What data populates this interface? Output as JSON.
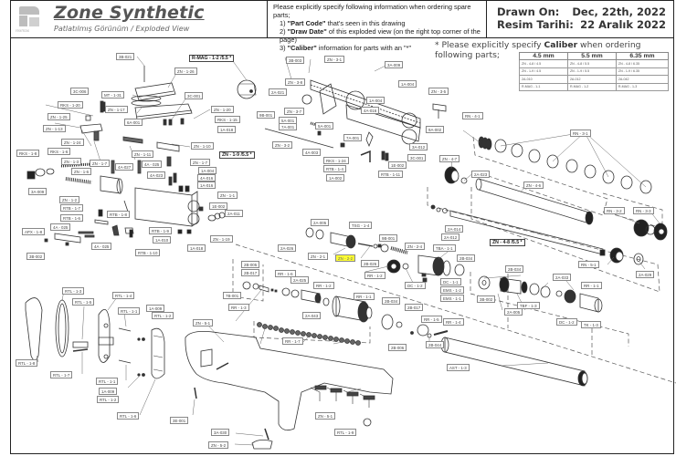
{
  "header": {
    "logo_text": "rexmax",
    "title": "Zone Synthetic",
    "subtitle": "Patlatılmış Görünüm / Exploded View",
    "instructions": {
      "intro": "Please explicitly specify following information when ordering spare parts;",
      "items": [
        {
          "num": "1)",
          "bold": "\"Part Code\"",
          "rest": " that's seen in this drawing"
        },
        {
          "num": "2)",
          "bold": "\"Draw Date\"",
          "rest": " of this exploded view (on the right top corner of the page)"
        },
        {
          "num": "3)",
          "bold": "\"Caliber\"",
          "rest": " information for parts with an \"*\""
        }
      ]
    },
    "drawn_on_label": "Drawn On:",
    "drawn_on_value": "Dec, 22th, 2022",
    "resim_label": "Resim Tarihi:",
    "resim_value": "22 Aralık 2022"
  },
  "caliber": {
    "note_prefix": "* Please explicitly specify ",
    "note_bold": "Caliber",
    "note_suffix": " when ordering following parts;",
    "columns": [
      "4.5 mm",
      "5.5 mm",
      "6.35 mm"
    ],
    "rows": [
      [
        "ZN - 4-8 / 4.5",
        "ZN - 4-8 / 5.5",
        "ZN - 4-8 / 6.35"
      ],
      [
        "ZN - 1-9 / 4.5",
        "ZN - 1-9 / 5.5",
        "ZN - 1-9 / 6.35"
      ],
      [
        "2A-010",
        "2A-012",
        "2A-042"
      ],
      [
        "R-MAG - 1-1",
        "R-MAG - 1-2",
        "R-MAG - 1-3"
      ]
    ]
  },
  "colors": {
    "highlight": "#ffff33",
    "line": "#333333"
  },
  "part_labels": [
    {
      "code": "3B-021",
      "style": ""
    },
    {
      "code": "ZN - 1-26",
      "style": ""
    },
    {
      "code": "R-MAG - 1-2 /5.5 *",
      "style": "big"
    },
    {
      "code": "MT - 1-31",
      "style": ""
    },
    {
      "code": "3C-006",
      "style": ""
    },
    {
      "code": "3C-001",
      "style": ""
    },
    {
      "code": "RKS - 1-20",
      "style": ""
    },
    {
      "code": "ZN - 1-17",
      "style": ""
    },
    {
      "code": "ZN - 1-20",
      "style": ""
    },
    {
      "code": "ZN - 1-25",
      "style": ""
    },
    {
      "code": "6A-001",
      "style": ""
    },
    {
      "code": "RKS - 1-15",
      "style": ""
    },
    {
      "code": "ZN - 1-13",
      "style": ""
    },
    {
      "code": "1A-018",
      "style": ""
    },
    {
      "code": "ZN - 1-24",
      "style": ""
    },
    {
      "code": "ZN - 1-11",
      "style": ""
    },
    {
      "code": "ZN - 1-10",
      "style": ""
    },
    {
      "code": "ZN - 1-9 /5.5 *",
      "style": "big"
    },
    {
      "code": "RKS - 1-8",
      "style": ""
    },
    {
      "code": "RKS - 1-6",
      "style": ""
    },
    {
      "code": "ZN - 1-3",
      "style": ""
    },
    {
      "code": "ZN - 1-7",
      "style": ""
    },
    {
      "code": "ZN - 1-7",
      "style": ""
    },
    {
      "code": "4A-027",
      "style": ""
    },
    {
      "code": "4A - 025",
      "style": ""
    },
    {
      "code": "1A-004",
      "style": ""
    },
    {
      "code": "ZN - 1-6",
      "style": ""
    },
    {
      "code": "4A-023",
      "style": ""
    },
    {
      "code": "4A-016",
      "style": ""
    },
    {
      "code": "1A-016",
      "style": ""
    },
    {
      "code": "3A-009",
      "style": ""
    },
    {
      "code": "ZN - 1-2",
      "style": ""
    },
    {
      "code": "ZN - 1-1",
      "style": ""
    },
    {
      "code": "RTB - 1-7",
      "style": ""
    },
    {
      "code": "1E-002",
      "style": ""
    },
    {
      "code": "RTB - 1-6",
      "style": ""
    },
    {
      "code": "2A-011",
      "style": ""
    },
    {
      "code": "RTB - 1-8",
      "style": ""
    },
    {
      "code": "4A - 025",
      "style": ""
    },
    {
      "code": "APX - 1-8",
      "style": ""
    },
    {
      "code": "RTB - 1-9",
      "style": ""
    },
    {
      "code": "1A-010",
      "style": ""
    },
    {
      "code": "ZN - 1-19",
      "style": ""
    },
    {
      "code": "4A - 025",
      "style": ""
    },
    {
      "code": "3B-002",
      "style": ""
    },
    {
      "code": "RTB - 1-10",
      "style": ""
    },
    {
      "code": "1A-018",
      "style": ""
    },
    {
      "code": "3B-003",
      "style": ""
    },
    {
      "code": "ZN - 3-1",
      "style": ""
    },
    {
      "code": "3A-009",
      "style": ""
    },
    {
      "code": "ZN - 3-8",
      "style": ""
    },
    {
      "code": "2A-021",
      "style": ""
    },
    {
      "code": "1A-004",
      "style": ""
    },
    {
      "code": "ZN - 3-5",
      "style": ""
    },
    {
      "code": "1A-004",
      "style": ""
    },
    {
      "code": "4A-016",
      "style": ""
    },
    {
      "code": "9B-001",
      "style": ""
    },
    {
      "code": "ZN - 3-7",
      "style": ""
    },
    {
      "code": "5A-001",
      "style": ""
    },
    {
      "code": "7A-001",
      "style": ""
    },
    {
      "code": "5A-001",
      "style": ""
    },
    {
      "code": "9A-002",
      "style": ""
    },
    {
      "code": "7A-001",
      "style": ""
    },
    {
      "code": "ZN - 3-2",
      "style": ""
    },
    {
      "code": "4A-003",
      "style": ""
    },
    {
      "code": "3A-012",
      "style": ""
    },
    {
      "code": "RKS - 1-24",
      "style": ""
    },
    {
      "code": "3C-001",
      "style": ""
    },
    {
      "code": "RTB - 1-4",
      "style": ""
    },
    {
      "code": "1E-002",
      "style": ""
    },
    {
      "code": "1A-002",
      "style": ""
    },
    {
      "code": "RTB - 1-11",
      "style": ""
    },
    {
      "code": "RN - 4-1",
      "style": ""
    },
    {
      "code": "RN - 3-1",
      "style": ""
    },
    {
      "code": "ZN - 4-7",
      "style": ""
    },
    {
      "code": "2A-023",
      "style": ""
    },
    {
      "code": "ZN - 4-6",
      "style": ""
    },
    {
      "code": "RN - 3-2",
      "style": ""
    },
    {
      "code": "RN - 3-3",
      "style": ""
    },
    {
      "code": "2A-014",
      "style": ""
    },
    {
      "code": "2A-012",
      "style": ""
    },
    {
      "code": "ZN - 4-8 /5.5 *",
      "style": "big"
    },
    {
      "code": "RN - 5-1",
      "style": ""
    },
    {
      "code": "2A-029",
      "style": ""
    },
    {
      "code": "2A-005",
      "style": ""
    },
    {
      "code": "TSG - 1-4",
      "style": ""
    },
    {
      "code": "9B-001",
      "style": ""
    },
    {
      "code": "ZN - 2-4",
      "style": ""
    },
    {
      "code": "2A-026",
      "style": ""
    },
    {
      "code": "ZN - 2-1",
      "style": ""
    },
    {
      "code": "ZN - 2-2",
      "style": "hl"
    },
    {
      "code": "2B-026",
      "style": ""
    },
    {
      "code": "TBA - 1-1",
      "style": ""
    },
    {
      "code": "2B-034",
      "style": ""
    },
    {
      "code": "RR - 1-2",
      "style": ""
    },
    {
      "code": "DC - 1-2",
      "style": ""
    },
    {
      "code": "DC - 1-1",
      "style": ""
    },
    {
      "code": "EMS - 1-2",
      "style": ""
    },
    {
      "code": "EMS - 1-1",
      "style": ""
    },
    {
      "code": "2B-034",
      "style": ""
    },
    {
      "code": "2A-033",
      "style": ""
    },
    {
      "code": "RR - 1-1",
      "style": ""
    },
    {
      "code": "3B-002",
      "style": ""
    },
    {
      "code": "TBF - 1-3",
      "style": ""
    },
    {
      "code": "2A-005",
      "style": ""
    },
    {
      "code": "DC - 1-2",
      "style": ""
    },
    {
      "code": "TK - 1-3",
      "style": ""
    },
    {
      "code": "2B-005",
      "style": ""
    },
    {
      "code": "2B-017",
      "style": ""
    },
    {
      "code": "RR - 1-6",
      "style": ""
    },
    {
      "code": "2A-025",
      "style": ""
    },
    {
      "code": "7B-001",
      "style": ""
    },
    {
      "code": "RR - 1-2",
      "style": ""
    },
    {
      "code": "RR - 1-3",
      "style": ""
    },
    {
      "code": "2A-043",
      "style": ""
    },
    {
      "code": "RR - 1-1",
      "style": ""
    },
    {
      "code": "2B-034",
      "style": ""
    },
    {
      "code": "2B-017",
      "style": ""
    },
    {
      "code": "RR - 1-7",
      "style": ""
    },
    {
      "code": "RR - 1-5",
      "style": ""
    },
    {
      "code": "RR - 1-4",
      "style": ""
    },
    {
      "code": "2B-006",
      "style": ""
    },
    {
      "code": "2B-044",
      "style": ""
    },
    {
      "code": "AST - 1-3",
      "style": ""
    },
    {
      "code": "RTL - 1-3",
      "style": ""
    },
    {
      "code": "RTL - 1-4",
      "style": ""
    },
    {
      "code": "RTL - 1-5",
      "style": ""
    },
    {
      "code": "RTL - 1-1",
      "style": ""
    },
    {
      "code": "1A-009",
      "style": ""
    },
    {
      "code": "RTL - 1-2",
      "style": ""
    },
    {
      "code": "ZN - 5-1",
      "style": ""
    },
    {
      "code": "RTL - 1-8",
      "style": ""
    },
    {
      "code": "RTL - 1-7",
      "style": ""
    },
    {
      "code": "RTL - 1-1",
      "style": ""
    },
    {
      "code": "1A-009",
      "style": ""
    },
    {
      "code": "RTL - 1-2",
      "style": ""
    },
    {
      "code": "RTL - 1-6",
      "style": ""
    },
    {
      "code": "3E-001",
      "style": ""
    },
    {
      "code": "ZN - 5-1",
      "style": ""
    },
    {
      "code": "3A-030",
      "style": ""
    },
    {
      "code": "RTL - 1-9",
      "style": ""
    },
    {
      "code": "ZN - 5-2",
      "style": ""
    }
  ]
}
